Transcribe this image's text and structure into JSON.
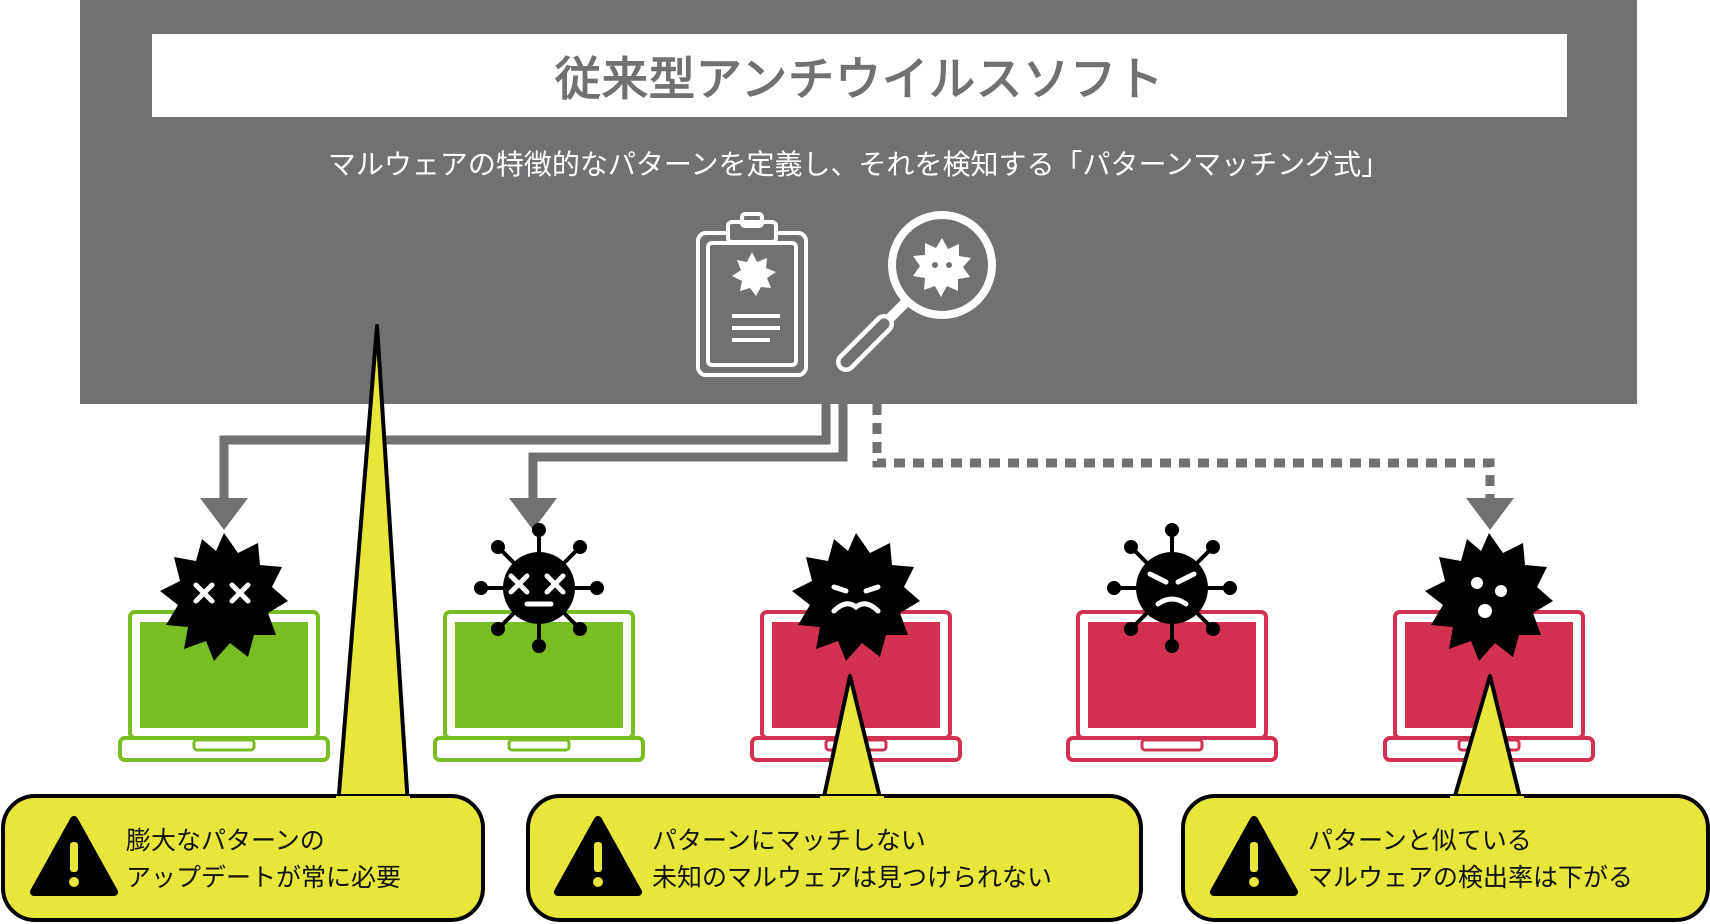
{
  "panel": {
    "title": "従来型アンチウイルスソフト",
    "description": "マルウェアの特徴的なパターンを定義し、それを検知する「パターンマッチング式」"
  },
  "colors": {
    "panel": "#717174",
    "safe_laptop": "#78bd21",
    "infected_laptop": "#d33152",
    "callout": "#e8e63a",
    "arrow": "#717174"
  },
  "icons": [
    "clipboard-pattern-icon",
    "magnifier-virus-icon"
  ],
  "laptops": [
    {
      "status": "safe",
      "virus": "spiky-dead-virus-icon"
    },
    {
      "status": "safe",
      "virus": "round-dead-virus-icon"
    },
    {
      "status": "infected",
      "virus": "spiky-grimace-virus-icon"
    },
    {
      "status": "infected",
      "virus": "round-angry-virus-icon"
    },
    {
      "status": "infected",
      "virus": "spiky-surprised-virus-icon"
    }
  ],
  "callouts": [
    {
      "line1": "膨大なパターンの",
      "line2": "アップデートが常に必要"
    },
    {
      "line1": "パターンにマッチしない",
      "line2": "未知のマルウェアは見つけられない"
    },
    {
      "line1": "パターンと似ている",
      "line2": "マルウェアの検出率は下がる"
    }
  ]
}
